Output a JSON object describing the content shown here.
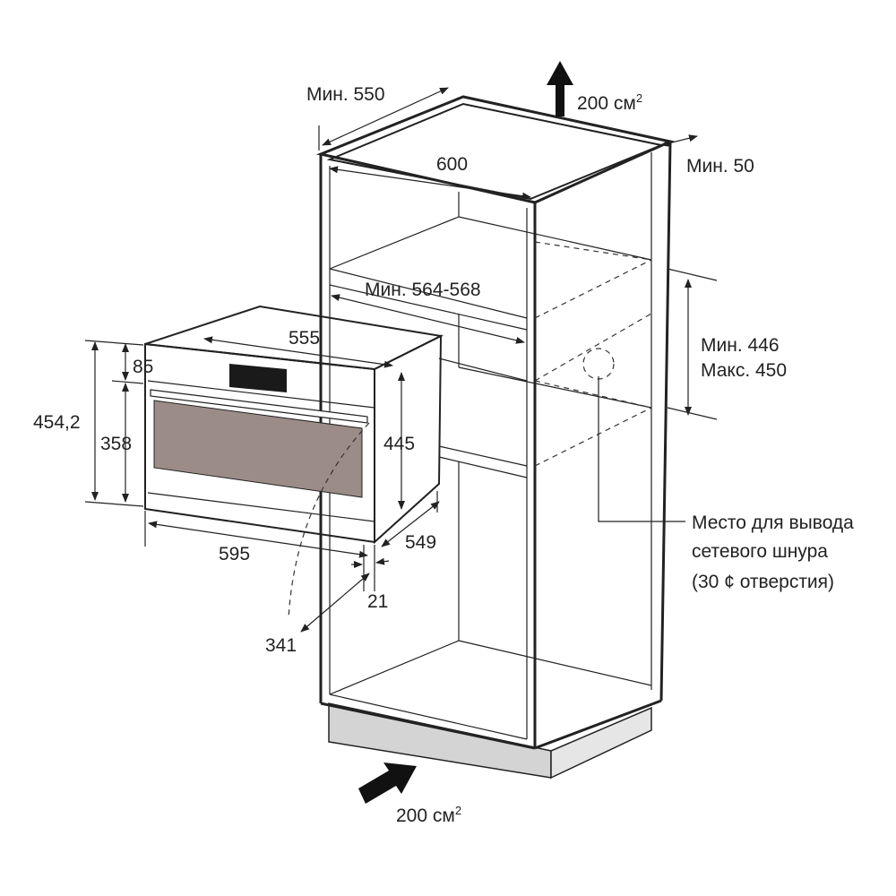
{
  "colors": {
    "line": "#222222",
    "plinth": "#d4d4d4",
    "oven_window": "#9c8c88",
    "display": "#1a1a1a"
  },
  "dimensions": {
    "min_550": "Мин. 550",
    "min_564_568": "Мин. 564-568",
    "w_600": "600",
    "min_50": "Мин. 50",
    "min_446": "Мин. 446",
    "max_450": "Макс. 450",
    "w_555": "555",
    "h_85": "85",
    "h_454": "454,2",
    "h_358": "358",
    "h_445": "445",
    "w_595": "595",
    "d_549": "549",
    "d_21": "21",
    "r_341": "341"
  },
  "airflow": {
    "top": {
      "text": "200 см",
      "sup": "2"
    },
    "bottom": {
      "text": "200 см",
      "sup": "2"
    }
  },
  "cable_note": {
    "line1": "Место для вывода",
    "line2": "сетевого шнура",
    "line3": "(30 ¢ отверстия)"
  }
}
